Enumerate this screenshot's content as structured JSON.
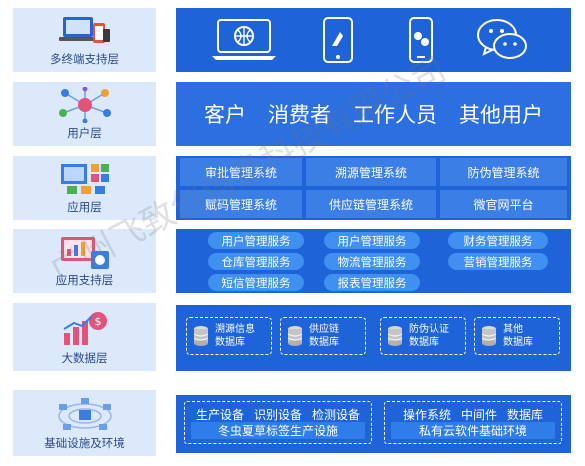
{
  "layers": {
    "terminal": {
      "label": "多终端支持层"
    },
    "user": {
      "label": "用户层"
    },
    "app": {
      "label": "应用层"
    },
    "support": {
      "label": "应用支持层"
    },
    "data": {
      "label": "大数据层"
    },
    "infra": {
      "label": "基础设施及环境"
    }
  },
  "users": [
    "客户",
    "消费者",
    "工作人员",
    "其他用户"
  ],
  "apps": [
    "审批管理系统",
    "溯源管理系统",
    "防伪管理系统",
    "赋码管理系统",
    "供应链管理系统",
    "微官网平台"
  ],
  "services": [
    "用户管理服务",
    "用户管理服务",
    "财务管理服务",
    "仓库管理服务",
    "物流管理服务",
    "营销管理服务",
    "短信管理服务",
    "报表管理服务"
  ],
  "databases": [
    {
      "line1": "溯源信息",
      "line2": "数据库"
    },
    {
      "line1": "供应链",
      "line2": "数据库"
    },
    {
      "line1": "防伪认证",
      "line2": "数据库"
    },
    {
      "line1": "其他",
      "line2": "数据库"
    }
  ],
  "infra": {
    "left": {
      "items": [
        "生产设备",
        "识别设备",
        "检测设备"
      ],
      "bar": "冬虫夏草标签生产设施"
    },
    "right": {
      "items": [
        "操作系统",
        "中间件",
        "数据库"
      ],
      "bar": "私有云软件基础环境"
    }
  },
  "watermark": "广州飞致创信息科技有限公司",
  "colors": {
    "panel": "#1e64d8",
    "cell": "#3b7fe6",
    "pill": "#3f90f0",
    "label_bg": "#dce9fb"
  }
}
